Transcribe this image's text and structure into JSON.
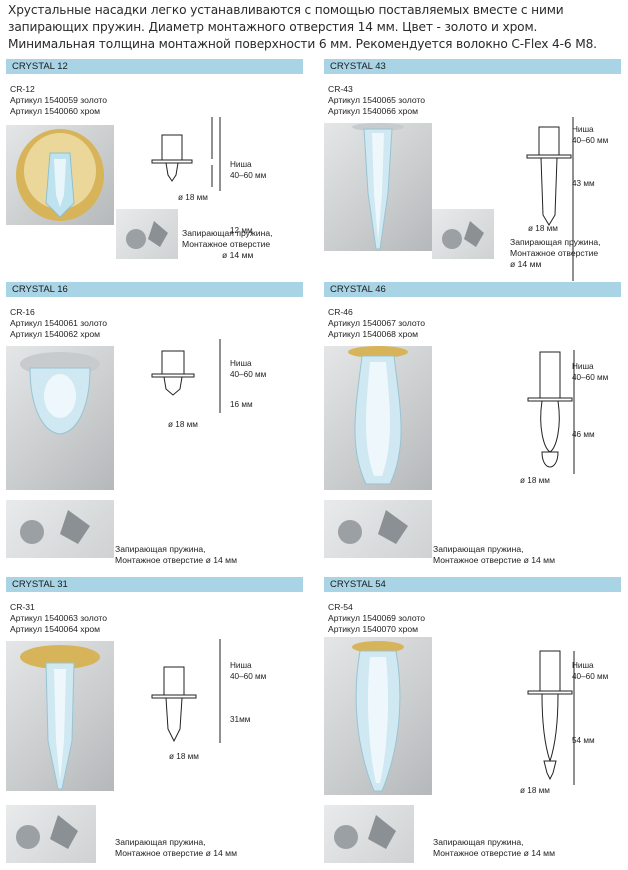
{
  "intro": "Хрустальные насадки легко устанавливаются с помощью поставляемых вместе с ними запирающих пружин. Диаметр монтажного отверстия 14 мм. Цвет - золото и хром. Минимальная толщина монтажной поверхности 6 мм. Рекомендуется волокно C-Flex 4-6 M8.",
  "labels": {
    "niche": "Ниша",
    "niche_range": "40–60 мм",
    "diameter": "ø 18 мм",
    "spring1": "Запирающая пружина,",
    "spring2": "Монтажное отверстие",
    "hole": "ø 14 мм",
    "spring2_full": "Монтажное отверстие ø 14 мм"
  },
  "products": [
    {
      "title": "CRYSTAL 12",
      "code": "CR-12",
      "art_gold": "Артикул 1540059 золото",
      "art_chrome": "Артикул 1540060 хром",
      "length": "12 мм"
    },
    {
      "title": "CRYSTAL 43",
      "code": "CR-43",
      "art_gold": "Артикул 1540065 золото",
      "art_chrome": "Артикул 1540066 хром",
      "length": "43 мм"
    },
    {
      "title": "CRYSTAL 16",
      "code": "CR-16",
      "art_gold": "Артикул 1540061 золото",
      "art_chrome": "Артикул 1540062 хром",
      "length": "16 мм"
    },
    {
      "title": "CRYSTAL 46",
      "code": "CR-46",
      "art_gold": "Артикул 1540067 золото",
      "art_chrome": "Артикул 1540068 хром",
      "length": "46 мм"
    },
    {
      "title": "CRYSTAL 31",
      "code": "CR-31",
      "art_gold": "Артикул 1540063 золото",
      "art_chrome": "Артикул 1540064 хром",
      "length": "31мм"
    },
    {
      "title": "CRYSTAL 54",
      "code": "CR-54",
      "art_gold": "Артикул 1540069 золото",
      "art_chrome": "Артикул 1540070 хром",
      "length": "54 мм"
    }
  ]
}
